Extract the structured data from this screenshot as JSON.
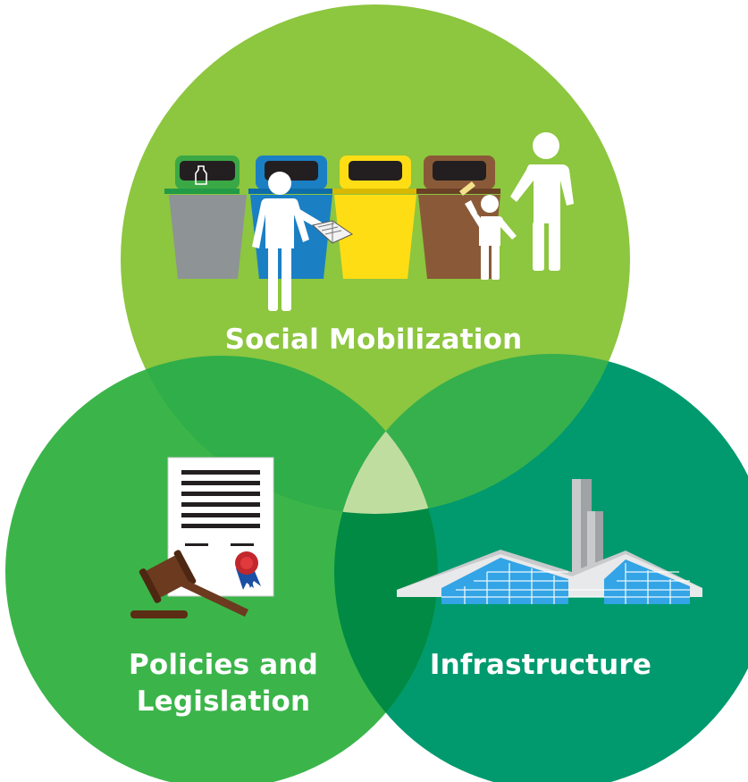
{
  "diagram": {
    "type": "venn",
    "circles": [
      {
        "id": "social",
        "label": "Social Mobilization",
        "color": "#8dc63f"
      },
      {
        "id": "policies",
        "label_line1": "Policies and",
        "label_line2": "Legislation",
        "color": "#3bb54a"
      },
      {
        "id": "infrastructure",
        "label": "Infrastructure",
        "color": "#009a6e"
      }
    ],
    "overlap_colors": {
      "social_policies": "#2fae4a",
      "social_infrastructure": "#36b04c",
      "policies_infrastructure": "#008a44",
      "center": "#c0dda0"
    }
  },
  "icons": {
    "social": [
      "recycling-bins-icon",
      "person-with-newspaper-icon",
      "child-icon",
      "adult-icon"
    ],
    "policies": [
      "certificate-document-icon",
      "award-seal-icon",
      "gavel-icon"
    ],
    "infrastructure": [
      "facility-building-icon"
    ]
  },
  "bin_colors": [
    "#8e9396",
    "#1b7fc4",
    "#ffdd15",
    "#8a5a38"
  ],
  "seam_colors": [
    "#239a46",
    "#0e6da8",
    "#d8b800",
    "#6a4126"
  ]
}
